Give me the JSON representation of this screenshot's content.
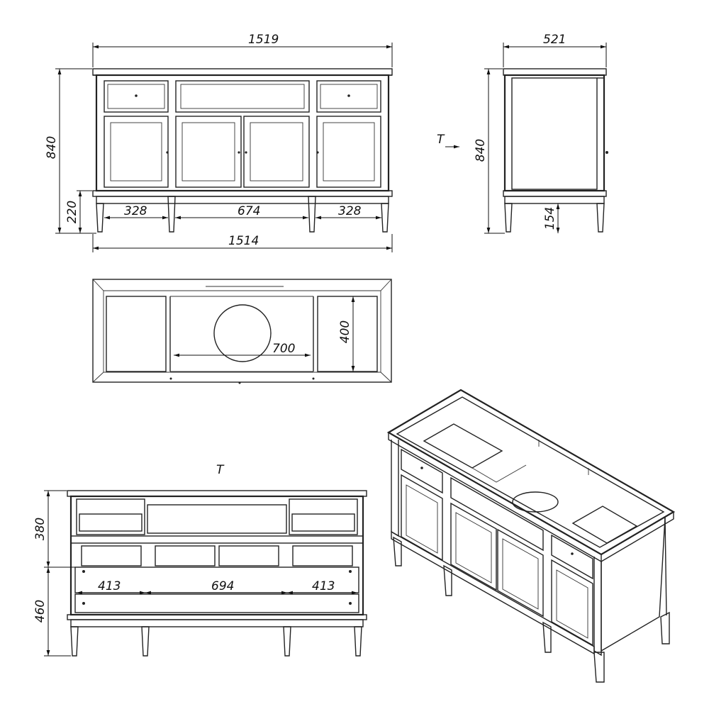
{
  "dimensions": {
    "front_width_top": "1519",
    "front_height": "840",
    "plinth_height": "220",
    "opening_left": "328",
    "opening_center": "674",
    "opening_right": "328",
    "front_width_bottom": "1514",
    "side_depth": "521",
    "side_height": "840",
    "side_leg_height": "154",
    "top_cutout_width": "700",
    "top_cutout_depth": "400",
    "section_upper": "380",
    "section_lower": "460",
    "section_left": "413",
    "section_center": "694",
    "section_right": "413"
  },
  "section_marks": {
    "side_arrow": "T",
    "section_title": "T"
  }
}
